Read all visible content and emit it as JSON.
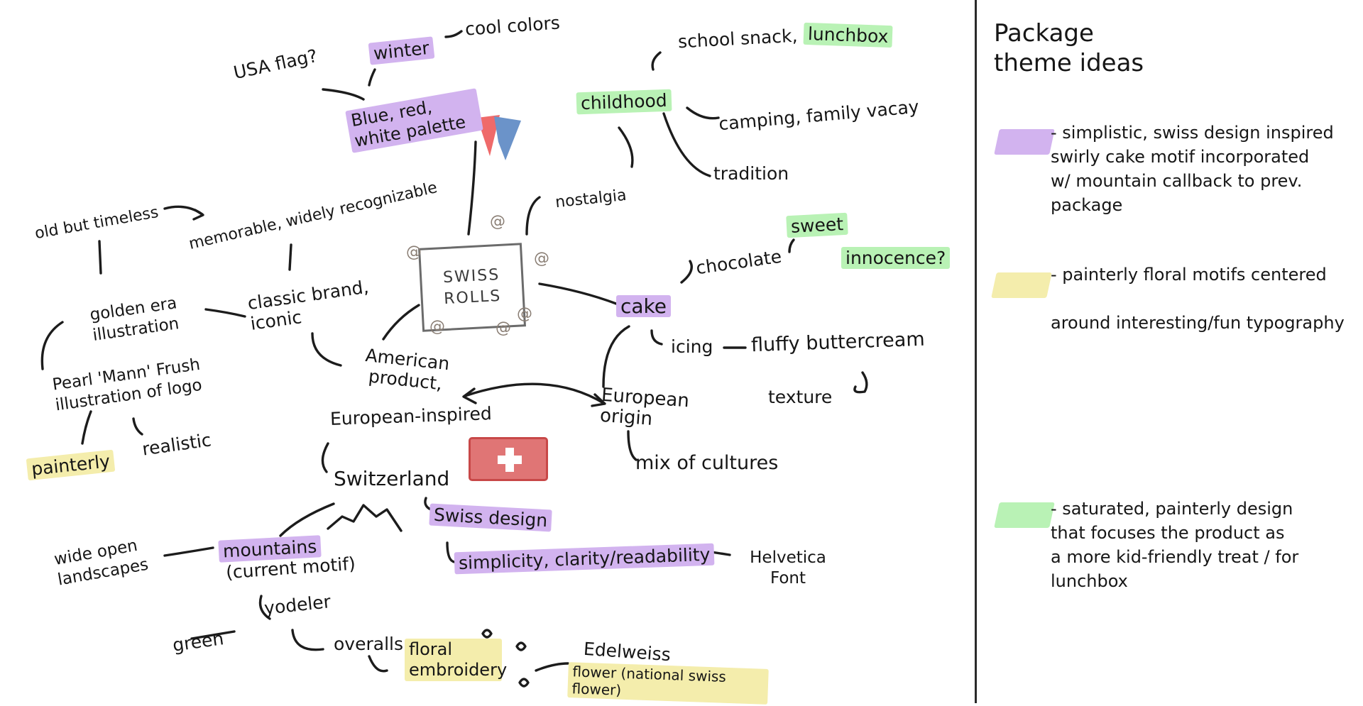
{
  "center": {
    "text": "SWISS\nROLLS"
  },
  "nodes": {
    "winter": "winter",
    "cool_colors": "cool colors",
    "usa_flag": "USA flag?",
    "palette": "Blue, red, white palette",
    "school_snack": "school snack,",
    "lunchbox": "lunchbox",
    "childhood": "childhood",
    "camping": "camping, family vacay",
    "tradition": "tradition",
    "nostalgia": "nostalgia",
    "old_timeless": "old but timeless",
    "memorable": "memorable, widely recognizable",
    "classic_brand": "classic brand, iconic",
    "golden_era": "golden era illustration",
    "pearl_mann": "Pearl 'Mann' Frush illustration of logo",
    "painterly": "painterly",
    "realistic": "realistic",
    "sweet": "sweet",
    "chocolate": "chocolate",
    "innocence": "innocence?",
    "cake": "cake",
    "icing": "icing",
    "buttercream": "fluffy buttercream",
    "texture": "texture",
    "american": "American product,",
    "european_inspired": "European-inspired",
    "european_origin": "European origin",
    "mix_cultures": "mix of cultures",
    "switzerland": "Switzerland",
    "swiss_design": "Swiss design",
    "simplicity": "simplicity, clarity/readability",
    "helvetica": "Helvetica Font",
    "landscapes": "wide open landscapes",
    "mountains": "mountains",
    "current_motif": "(current motif)",
    "yodeler": "yodeler",
    "green": "green",
    "overalls": "overalls",
    "floral": "floral embroidery",
    "edelweiss": "Edelweiss",
    "edelweiss_flower": "flower (national swiss flower)"
  },
  "legend": {
    "title": "Package\ntheme ideas",
    "items": [
      {
        "color": "#d2b3ef",
        "text": "- simplistic, swiss design inspired\nswirly cake motif incorporated\nw/ mountain callback to prev.\npackage"
      },
      {
        "color": "#f4edac",
        "text": "- painterly floral motifs centered\n\naround interesting/fun typography"
      },
      {
        "color": "#b9f2b5",
        "text": "- saturated, painterly design\nthat focuses the product as\na more kid-friendly treat / for\nlunchbox"
      }
    ]
  },
  "colors": {
    "purple": "#d2b3ef",
    "yellow": "#f4edac",
    "green": "#b9f2b5",
    "ink": "#161616"
  }
}
